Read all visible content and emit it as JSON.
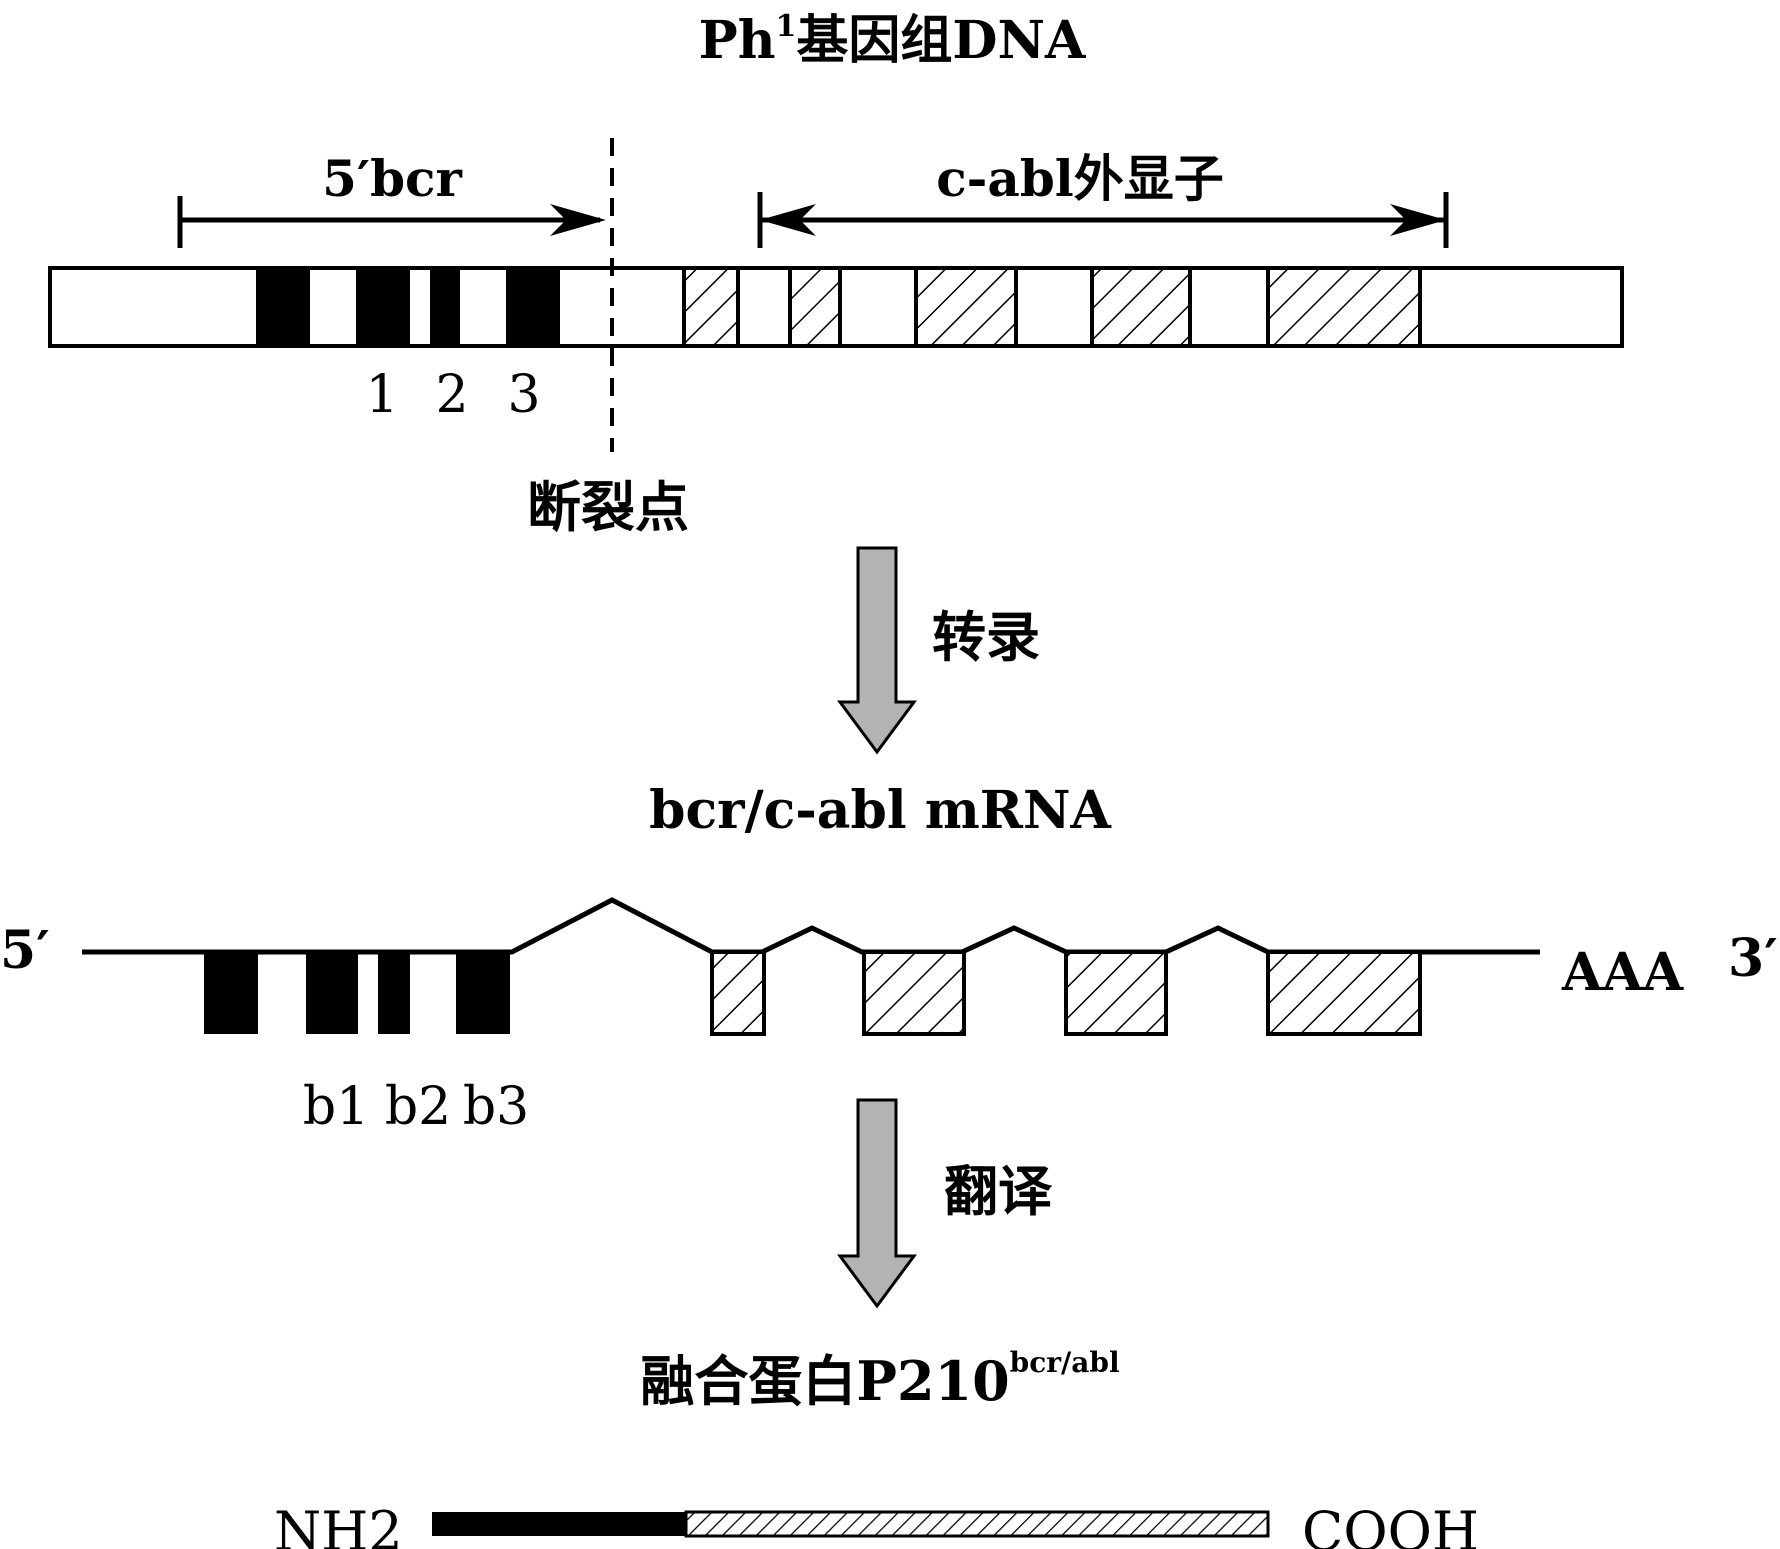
{
  "dna": {
    "title_prefix": "Ph",
    "title_sup": "1",
    "title_suffix": "基因组DNA",
    "bcr_label": "5′bcr",
    "abl_label": "c-abl外显子",
    "exon_numbers": [
      "1",
      "2",
      "3"
    ],
    "breakpoint_label": "断裂点"
  },
  "transcription_label": "转录",
  "mrna": {
    "title": "bcr/c-abl mRNA",
    "five_prime": "5′",
    "polyA": "AAA",
    "three_prime": "3′",
    "exon_labels": [
      "b1",
      "b2",
      "b3"
    ]
  },
  "translation_label": "翻译",
  "protein": {
    "title_prefix": "融合蛋白P210",
    "title_sup": "bcr/abl",
    "n_terminus": "NH2",
    "c_terminus": "COOH"
  },
  "colors": {
    "stroke": "#000000",
    "arrow_fill": "#b3b3b3",
    "bcr_exon_fill": "#000000",
    "abl_exon_fill": "hatched"
  }
}
